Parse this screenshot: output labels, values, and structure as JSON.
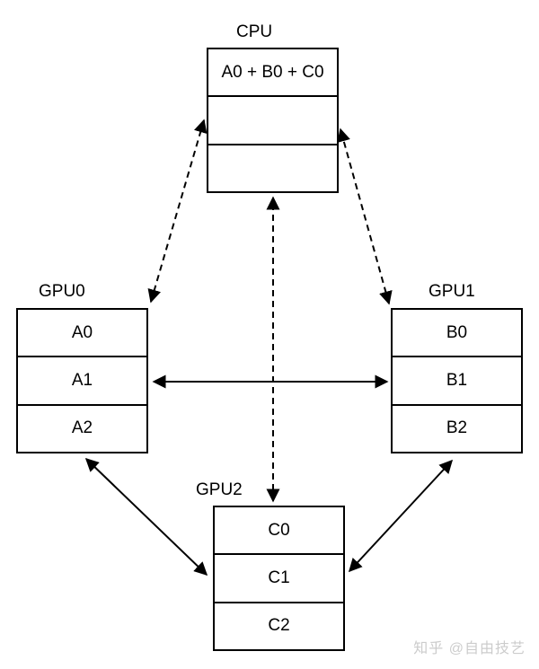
{
  "diagram": {
    "nodes": [
      {
        "id": "cpu",
        "title": "CPU",
        "rows": [
          "A0 + B0 + C0",
          "",
          ""
        ]
      },
      {
        "id": "gpu0",
        "title": "GPU0",
        "rows": [
          "A0",
          "A1",
          "A2"
        ]
      },
      {
        "id": "gpu1",
        "title": "GPU1",
        "rows": [
          "B0",
          "B1",
          "B2"
        ]
      },
      {
        "id": "gpu2",
        "title": "GPU2",
        "rows": [
          "C0",
          "C1",
          "C2"
        ]
      }
    ],
    "edges": [
      {
        "from": "GPU0",
        "to": "CPU",
        "style": "dashed",
        "bidirectional": true
      },
      {
        "from": "GPU1",
        "to": "CPU",
        "style": "dashed",
        "bidirectional": true
      },
      {
        "from": "GPU2",
        "to": "CPU",
        "style": "dashed",
        "bidirectional": true
      },
      {
        "from": "GPU0",
        "to": "GPU1",
        "style": "solid",
        "bidirectional": true
      },
      {
        "from": "GPU0",
        "to": "GPU2",
        "style": "solid",
        "bidirectional": true
      },
      {
        "from": "GPU1",
        "to": "GPU2",
        "style": "solid",
        "bidirectional": true
      }
    ],
    "colors": {
      "line": "#000000",
      "text": "#000000",
      "box_background": "#ffffff",
      "page_background": "#ffffff"
    }
  },
  "watermark": {
    "text": "知乎 @自由技艺",
    "color": "#cccccc"
  }
}
